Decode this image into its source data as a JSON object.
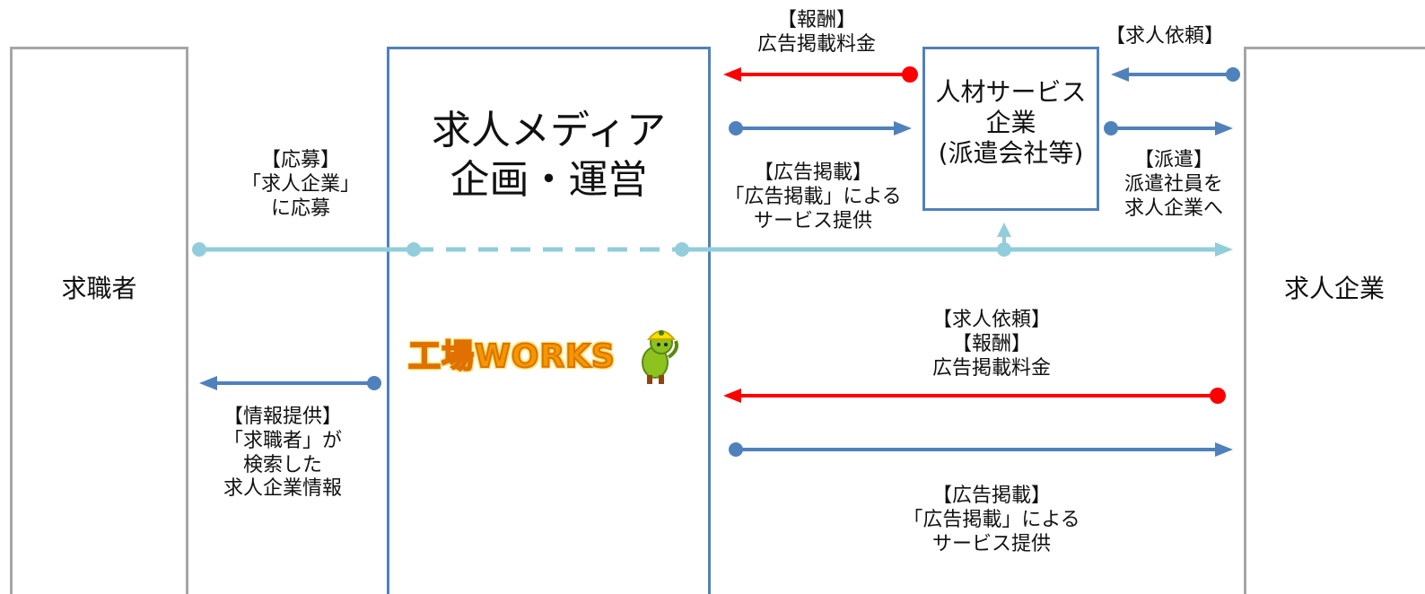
{
  "boxes": {
    "job_seeker": "求職者",
    "media": [
      "求人メディア",
      "企画・運営"
    ],
    "hr_service": [
      "人材サービス",
      "企業",
      "(派遣会社等)"
    ],
    "employer": "求人企業"
  },
  "labels": {
    "application": [
      "【応募】",
      "「求人企業」",
      "に応募"
    ],
    "info_provision": [
      "【情報提供】",
      "「求職者」が",
      "検索した",
      "求人企業情報"
    ],
    "fee_top": [
      "【報酬】",
      "広告掲載料金"
    ],
    "ad_listing_top": [
      "【広告掲載】",
      "「広告掲載」による",
      "サービス提供"
    ],
    "job_request_top": [
      "【求人依頼】"
    ],
    "dispatch": [
      "【派遣】",
      "派遣社員を",
      "求人企業へ"
    ],
    "job_request_fee_bottom": [
      "【求人依頼】",
      "【報酬】",
      "広告掲載料金"
    ],
    "ad_listing_bottom": [
      "【広告掲載】",
      "「広告掲載」による",
      "サービス提供"
    ]
  },
  "logo": {
    "wordmark": "工場WORKS"
  },
  "colors": {
    "gray_border": "#a6a6a6",
    "blue": "#4f81bd",
    "light_blue": "#92cddc",
    "red": "#ff0000"
  }
}
